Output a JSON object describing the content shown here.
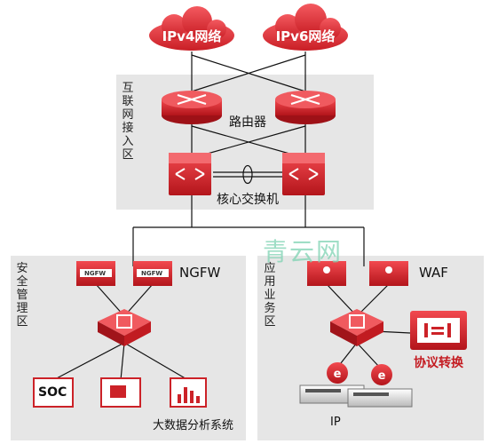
{
  "clouds": {
    "ipv4": "IPv4网络",
    "ipv6": "IPv6网络"
  },
  "zones": {
    "internet_access": "互联网接入区",
    "security_mgmt": "安全管理区",
    "app_business": "应用业务区"
  },
  "labels": {
    "router": "路由器",
    "core_switch": "核心交换机",
    "ngfw": "NGFW",
    "ngfw_device": "NGFW",
    "waf": "WAF",
    "protocol_conversion": "协议转换",
    "soc": "SOC",
    "big_data": "大数据分析系统",
    "server_partial": "IP"
  },
  "watermark": "青云网",
  "colors": {
    "accent": "#d7252c",
    "zone_bg": "#e6e6e6",
    "watermark": "#7fd3b3"
  }
}
